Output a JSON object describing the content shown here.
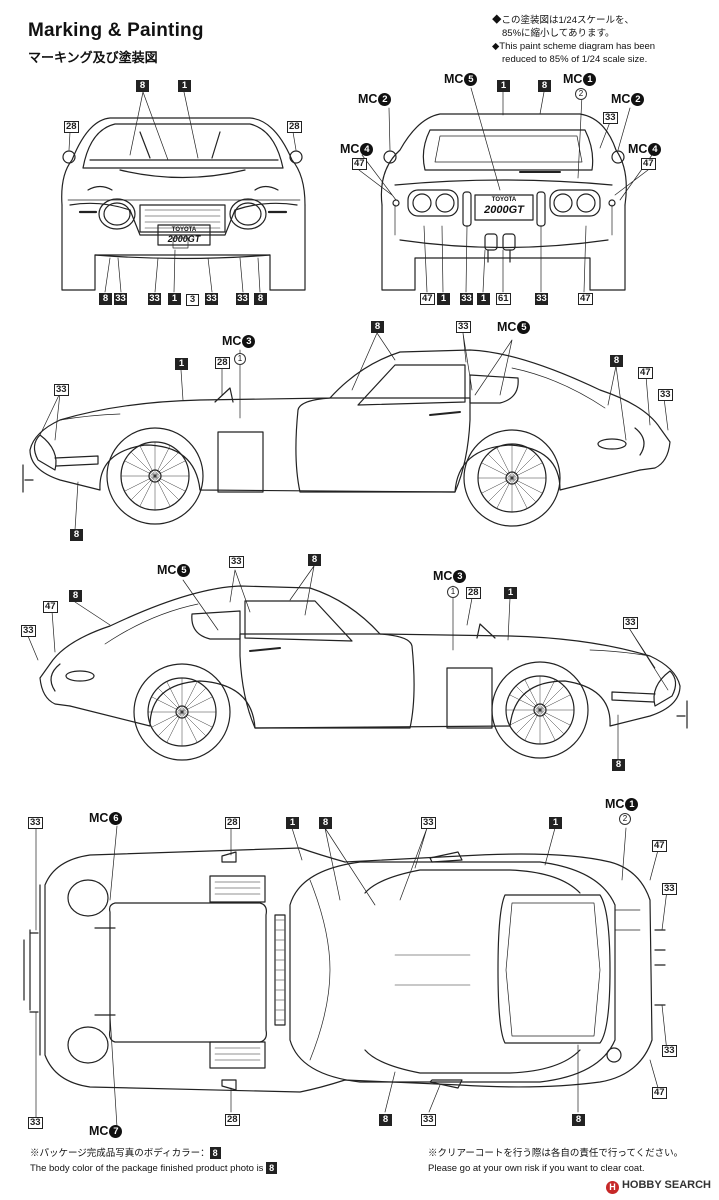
{
  "title": "Marking & Painting",
  "subtitle": "マーキング及び塗装図",
  "scale_note": {
    "jp_line1": "◆この塗装図は1/24スケールを、",
    "jp_line2": "85%に縮小してあります。",
    "en_line1": "◆This paint scheme diagram has been",
    "en_line2": "reduced to 85% of 1/24 scale size."
  },
  "footer": {
    "left_jp": "※パッケージ完成品写真のボディカラー：",
    "left_jp_code": "8",
    "left_en": "The body color of the package finished product photo is",
    "left_en_code": "8",
    "right_jp": "※クリアーコートを行う際は各自の責任で行ってください。",
    "right_en": "Please go at your own risk if you want to clear coat."
  },
  "watermark": "HOBBY SEARCH",
  "watermark_icon": "hobby-search-logo-icon",
  "plate_text": {
    "brand": "TOYOTA",
    "model": "2000GT"
  },
  "callouts": {
    "c1": "8",
    "c2": "1",
    "c3": "28",
    "c4": "28",
    "c5": "8",
    "c6": "33",
    "c7": "33",
    "c8": "1",
    "c9": "33",
    "c10": "3",
    "c11": "33",
    "c12": "8",
    "c13": "1",
    "c14": "8",
    "c15": "33",
    "c16": "47",
    "c17": "47",
    "c18": "1",
    "c19": "33",
    "c20": "1",
    "c21": "61",
    "c22": "33",
    "c23": "47",
    "c24": "8",
    "c25": "33",
    "c26": "1",
    "c27": "28",
    "c28": "8",
    "c29": "47",
    "c30": "33",
    "c31": "33",
    "c32": "8",
    "c33": "33",
    "c34": "8",
    "c35": "8",
    "c36": "47",
    "c37": "33",
    "c38": "28",
    "c39": "1",
    "c40": "33",
    "c41": "8",
    "c42": "33",
    "c43": "28",
    "c44": "1",
    "c45": "8",
    "c46": "33",
    "c47": "1",
    "c48": "47",
    "c49": "33",
    "c50": "33",
    "c51": "47",
    "c52": "33",
    "c53": "28",
    "c54": "8",
    "c55": "33",
    "c56": "8"
  },
  "mc": {
    "m1": {
      "text": "MC",
      "num": "5"
    },
    "m2": {
      "text": "MC",
      "num": "1"
    },
    "m3": {
      "text": "MC",
      "num": "2"
    },
    "m4": {
      "text": "MC",
      "num": "2"
    },
    "m5": {
      "text": "MC",
      "num": "4"
    },
    "m6": {
      "text": "MC",
      "num": "4"
    },
    "m7": {
      "text": "MC",
      "num": "3"
    },
    "m8": {
      "text": "MC",
      "num": "5"
    },
    "m9": {
      "text": "MC",
      "num": "5"
    },
    "m10": {
      "text": "MC",
      "num": "3"
    },
    "m11": {
      "text": "MC",
      "num": "6"
    },
    "m12": {
      "text": "MC",
      "num": "1"
    },
    "m13": {
      "text": "MC",
      "num": "7"
    }
  },
  "circled": {
    "k1": "2",
    "k2": "1",
    "k3": "1",
    "k4": "2"
  }
}
